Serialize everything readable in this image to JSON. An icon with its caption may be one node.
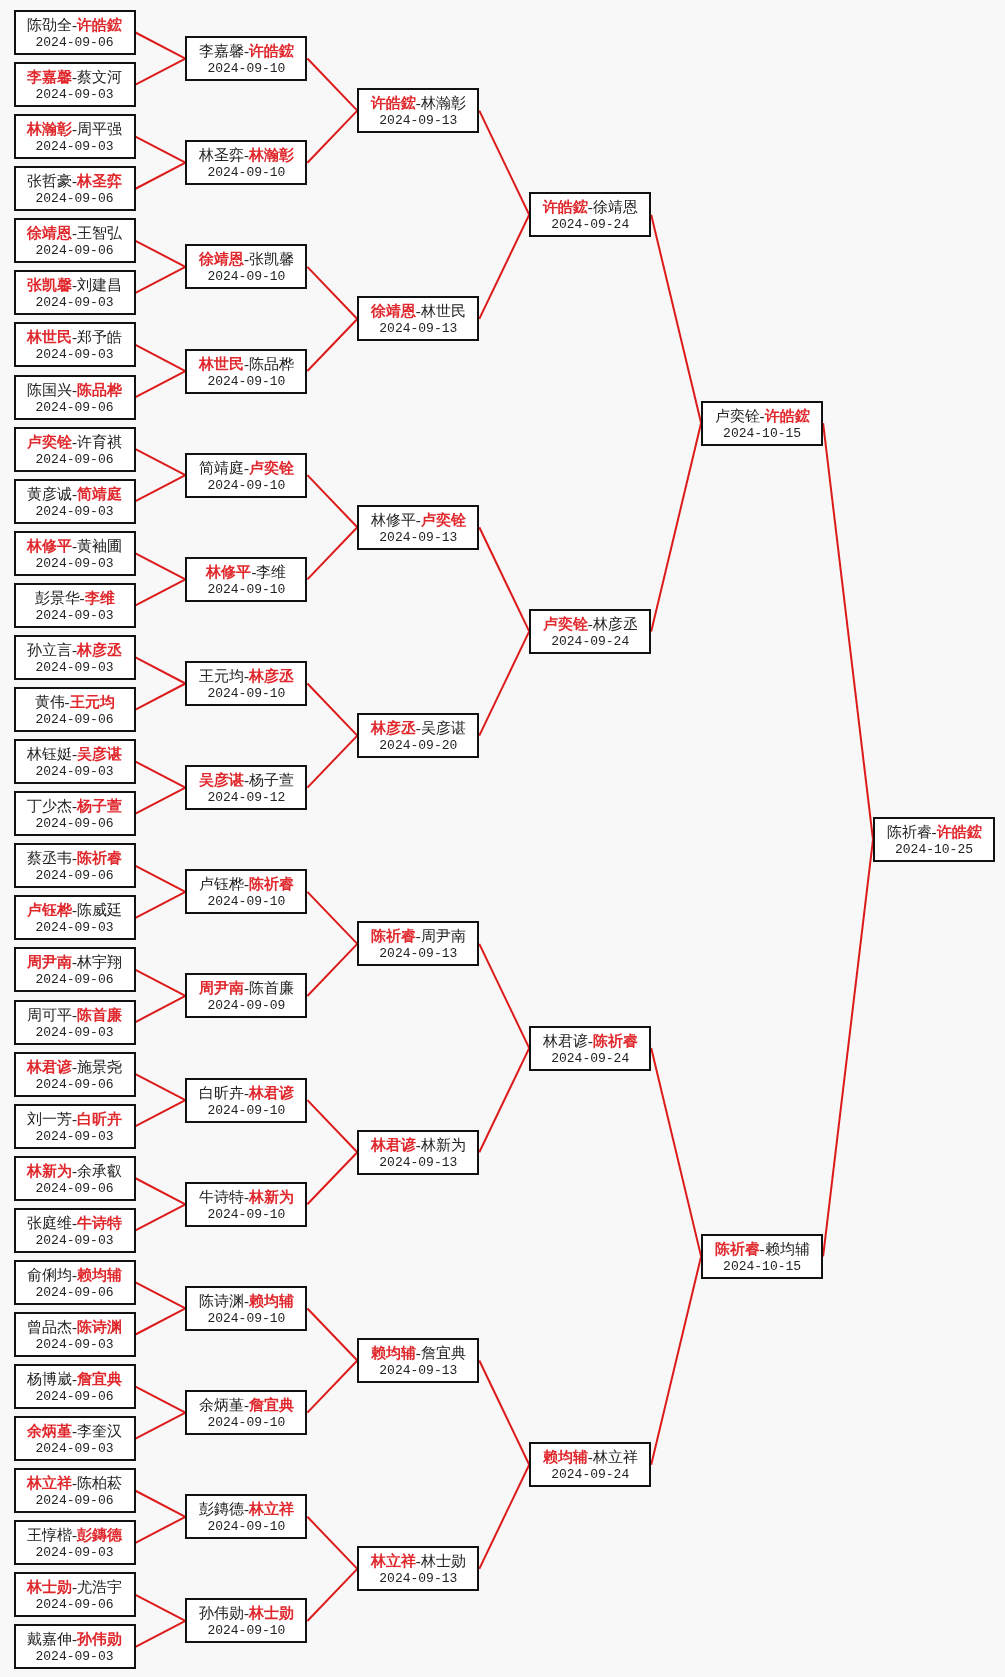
{
  "diagram": {
    "nodes": [
      {
        "text": [
          "陈劭全-**许皓鋐**",
          "2024-09-06"
        ]
      },
      {
        "text": [
          "**李嘉馨**-蔡文河",
          "2024-09-03"
        ]
      },
      {
        "text": [
          "**林瀚彰**-周平强",
          "2024-09-03"
        ]
      },
      {
        "text": [
          "张哲豪-**林圣弈**",
          "2024-09-06"
        ]
      },
      {
        "text": [
          "**徐靖恩**-王智弘",
          "2024-09-06"
        ]
      },
      {
        "text": [
          "**张凯馨**-刘建昌",
          "2024-09-03"
        ]
      },
      {
        "text": [
          "**林世民**-郑予皓",
          "2024-09-03"
        ]
      },
      {
        "text": [
          "陈国兴-**陈品桦**",
          "2024-09-06"
        ]
      },
      {
        "text": [
          "**卢奕铨**-许育祺",
          "2024-09-06"
        ]
      },
      {
        "text": [
          "黄彦诚-**简靖庭**",
          "2024-09-03"
        ]
      },
      {
        "text": [
          "**林修平**-黄袖圃",
          "2024-09-03"
        ]
      },
      {
        "text": [
          "彭景华-**李维**",
          "2024-09-03"
        ]
      },
      {
        "text": [
          "孙立言-**林彦丞**",
          "2024-09-03"
        ]
      },
      {
        "text": [
          "黄伟-**王元均**",
          "2024-09-06"
        ]
      },
      {
        "text": [
          "林钰娗-**吴彦谌**",
          "2024-09-03"
        ]
      },
      {
        "text": [
          "丁少杰-**杨子萱**",
          "2024-09-06"
        ]
      },
      {
        "text": [
          "蔡丞韦-**陈祈睿**",
          "2024-09-06"
        ]
      },
      {
        "text": [
          "**卢钰桦**-陈威廷",
          "2024-09-03"
        ]
      },
      {
        "text": [
          "**周尹南**-林宇翔",
          "2024-09-06"
        ]
      },
      {
        "text": [
          "周可平-**陈首廉**",
          "2024-09-03"
        ]
      },
      {
        "text": [
          "**林君谚**-施景尧",
          "2024-09-06"
        ]
      },
      {
        "text": [
          "刘一芳-**白昕卉**",
          "2024-09-03"
        ]
      },
      {
        "text": [
          "**林新为**-余承叡",
          "2024-09-06"
        ]
      },
      {
        "text": [
          "张庭维-**牛诗特**",
          "2024-09-03"
        ]
      },
      {
        "text": [
          "俞俐均-**赖均辅**",
          "2024-09-06"
        ]
      },
      {
        "text": [
          "曾品杰-**陈诗渊**",
          "2024-09-03"
        ]
      },
      {
        "text": [
          "杨博崴-**詹宜典**",
          "2024-09-06"
        ]
      },
      {
        "text": [
          "**余炳堇**-李奎汉",
          "2024-09-03"
        ]
      },
      {
        "text": [
          "**林立祥**-陈柏菘",
          "2024-09-06"
        ]
      },
      {
        "text": [
          "王惇楷-**彭鏄德**",
          "2024-09-03"
        ]
      },
      {
        "text": [
          "**林士勋**-尤浩宇",
          "2024-09-06"
        ]
      },
      {
        "text": [
          "戴嘉伸-**孙伟勋**",
          "2024-09-03"
        ]
      },
      {
        "text": [
          "李嘉馨-**许皓鋐**",
          "2024-09-10"
        ]
      },
      {
        "text": [
          "林圣弈-**林瀚彰**",
          "2024-09-10"
        ]
      },
      {
        "text": [
          "**徐靖恩**-张凯馨",
          "2024-09-10"
        ]
      },
      {
        "text": [
          "**林世民**-陈品桦",
          "2024-09-10"
        ]
      },
      {
        "text": [
          "简靖庭-**卢奕铨**",
          "2024-09-10"
        ]
      },
      {
        "text": [
          "**林修平**-李维",
          "2024-09-10"
        ]
      },
      {
        "text": [
          "王元均-**林彦丞**",
          "2024-09-10"
        ]
      },
      {
        "text": [
          "**吴彦谌**-杨子萱",
          "2024-09-12"
        ]
      },
      {
        "text": [
          "卢钰桦-**陈祈睿**",
          "2024-09-10"
        ]
      },
      {
        "text": [
          "**周尹南**-陈首廉",
          "2024-09-09"
        ]
      },
      {
        "text": [
          "白昕卉-**林君谚**",
          "2024-09-10"
        ]
      },
      {
        "text": [
          "牛诗特-**林新为**",
          "2024-09-10"
        ]
      },
      {
        "text": [
          "陈诗渊-**赖均辅**",
          "2024-09-10"
        ]
      },
      {
        "text": [
          "余炳堇-**詹宜典**",
          "2024-09-10"
        ]
      },
      {
        "text": [
          "彭鏄德-**林立祥**",
          "2024-09-10"
        ]
      },
      {
        "text": [
          "孙伟勋-**林士勋**",
          "2024-09-10"
        ]
      },
      {
        "text": [
          "**许皓鋐**-林瀚彰",
          "2024-09-13"
        ]
      },
      {
        "text": [
          "**徐靖恩**-林世民",
          "2024-09-13"
        ]
      },
      {
        "text": [
          "林修平-**卢奕铨**",
          "2024-09-13"
        ]
      },
      {
        "text": [
          "**林彦丞**-吴彦谌",
          "2024-09-20"
        ]
      },
      {
        "text": [
          "**陈祈睿**-周尹南",
          "2024-09-13"
        ]
      },
      {
        "text": [
          "**林君谚**-林新为",
          "2024-09-13"
        ]
      },
      {
        "text": [
          "**赖均辅**-詹宜典",
          "2024-09-13"
        ]
      },
      {
        "text": [
          "**林立祥**-林士勋",
          "2024-09-13"
        ]
      },
      {
        "text": [
          "**许皓鋐**-徐靖恩",
          "2024-09-24"
        ]
      },
      {
        "text": [
          "**卢奕铨**-林彦丞",
          "2024-09-24"
        ]
      },
      {
        "text": [
          "林君谚-**陈祈睿**",
          "2024-09-24"
        ]
      },
      {
        "text": [
          "**赖均辅**-林立祥",
          "2024-09-24"
        ]
      },
      {
        "text": [
          "卢奕铨-**许皓鋐**",
          "2024-10-15"
        ]
      },
      {
        "text": [
          "**陈祈睿**-赖均辅",
          "2024-10-15"
        ]
      },
      {
        "text": [
          "陈祈睿-**许皓鋐**",
          "2024-10-25"
        ]
      }
    ],
    "edges": [
      {
        "from": 0,
        "to": 32,
        "arrow": "none"
      },
      {
        "from": 1,
        "to": 32,
        "arrow": "none"
      },
      {
        "from": 2,
        "to": 33,
        "arrow": "none"
      },
      {
        "from": 3,
        "to": 33,
        "arrow": "none"
      },
      {
        "from": 4,
        "to": 34,
        "arrow": "none"
      },
      {
        "from": 5,
        "to": 34,
        "arrow": "none"
      },
      {
        "from": 6,
        "to": 35,
        "arrow": "none"
      },
      {
        "from": 7,
        "to": 35,
        "arrow": "none"
      },
      {
        "from": 8,
        "to": 36,
        "arrow": "none"
      },
      {
        "from": 9,
        "to": 36,
        "arrow": "none"
      },
      {
        "from": 10,
        "to": 37,
        "arrow": "none"
      },
      {
        "from": 11,
        "to": 37,
        "arrow": "none"
      },
      {
        "from": 12,
        "to": 38,
        "arrow": "none"
      },
      {
        "from": 13,
        "to": 38,
        "arrow": "none"
      },
      {
        "from": 14,
        "to": 39,
        "arrow": "none"
      },
      {
        "from": 15,
        "to": 39,
        "arrow": "none"
      },
      {
        "from": 16,
        "to": 40,
        "arrow": "none"
      },
      {
        "from": 17,
        "to": 40,
        "arrow": "none"
      },
      {
        "from": 18,
        "to": 41,
        "arrow": "none"
      },
      {
        "from": 19,
        "to": 41,
        "arrow": "none"
      },
      {
        "from": 20,
        "to": 42,
        "arrow": "none"
      },
      {
        "from": 21,
        "to": 42,
        "arrow": "none"
      },
      {
        "from": 22,
        "to": 43,
        "arrow": "none"
      },
      {
        "from": 23,
        "to": 43,
        "arrow": "none"
      },
      {
        "from": 24,
        "to": 44,
        "arrow": "none"
      },
      {
        "from": 25,
        "to": 44,
        "arrow": "none"
      },
      {
        "from": 26,
        "to": 45,
        "arrow": "none"
      },
      {
        "from": 27,
        "to": 45,
        "arrow": "none"
      },
      {
        "from": 28,
        "to": 46,
        "arrow": "none"
      },
      {
        "from": 29,
        "to": 46,
        "arrow": "none"
      },
      {
        "from": 30,
        "to": 47,
        "arrow": "none"
      },
      {
        "from": 31,
        "to": 47,
        "arrow": "none"
      },
      {
        "from": 32,
        "to": 48,
        "arrow": "none"
      },
      {
        "from": 33,
        "to": 48,
        "arrow": "none"
      },
      {
        "from": 34,
        "to": 49,
        "arrow": "none"
      },
      {
        "from": 35,
        "to": 49,
        "arrow": "none"
      },
      {
        "from": 36,
        "to": 50,
        "arrow": "none"
      },
      {
        "from": 37,
        "to": 50,
        "arrow": "none"
      },
      {
        "from": 38,
        "to": 51,
        "arrow": "none"
      },
      {
        "from": 39,
        "to": 51,
        "arrow": "none"
      },
      {
        "from": 40,
        "to": 52,
        "arrow": "none"
      },
      {
        "from": 41,
        "to": 52,
        "arrow": "none"
      },
      {
        "from": 42,
        "to": 53,
        "arrow": "none"
      },
      {
        "from": 43,
        "to": 53,
        "arrow": "none"
      },
      {
        "from": 44,
        "to": 54,
        "arrow": "none"
      },
      {
        "from": 45,
        "to": 54,
        "arrow": "none"
      },
      {
        "from": 46,
        "to": 55,
        "arrow": "none"
      },
      {
        "from": 47,
        "to": 55,
        "arrow": "none"
      },
      {
        "from": 48,
        "to": 56,
        "arrow": "none"
      },
      {
        "from": 49,
        "to": 56,
        "arrow": "none"
      },
      {
        "from": 50,
        "to": 57,
        "arrow": "none"
      },
      {
        "from": 51,
        "to": 57,
        "arrow": "none"
      },
      {
        "from": 52,
        "to": 58,
        "arrow": "none"
      },
      {
        "from": 53,
        "to": 58,
        "arrow": "none"
      },
      {
        "from": 54,
        "to": 59,
        "arrow": "none"
      },
      {
        "from": 55,
        "to": 59,
        "arrow": "none"
      },
      {
        "from": 56,
        "to": 60,
        "arrow": "none"
      },
      {
        "from": 57,
        "to": 60,
        "arrow": "none"
      },
      {
        "from": 58,
        "to": 61,
        "arrow": "none"
      },
      {
        "from": 59,
        "to": 61,
        "arrow": "none"
      },
      {
        "from": 60,
        "to": 62,
        "arrow": "none"
      },
      {
        "from": 61,
        "to": 62,
        "arrow": "none"
      }
    ]
  }
}
